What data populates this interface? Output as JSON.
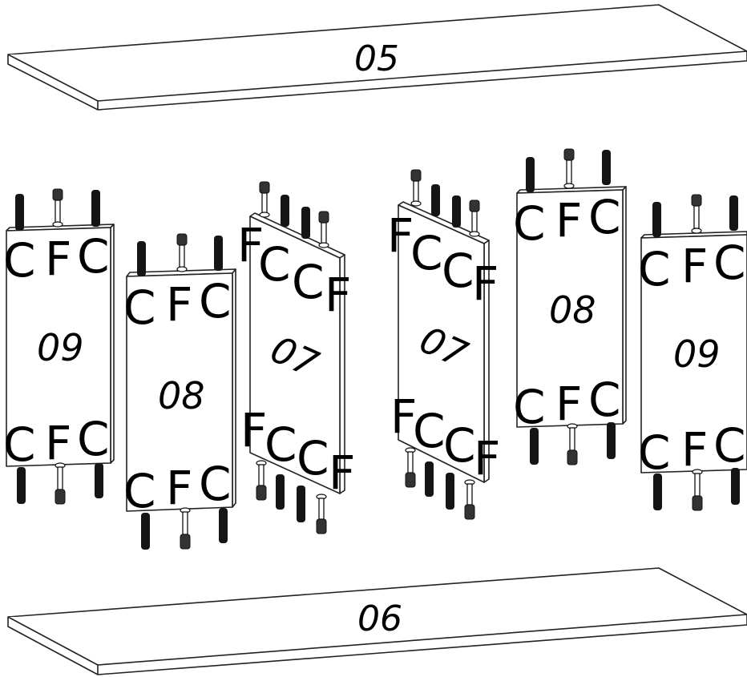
{
  "shelves": {
    "top": "05",
    "bottom": "06"
  },
  "panels": [
    {
      "number": "09",
      "top_labels": [
        "C",
        "F",
        "C"
      ],
      "bottom_labels": [
        "C",
        "F",
        "C"
      ]
    },
    {
      "number": "08",
      "top_labels": [
        "C",
        "F",
        "C"
      ],
      "bottom_labels": [
        "C",
        "F",
        "C"
      ]
    },
    {
      "number": "07",
      "top_labels": [
        "F",
        "C",
        "C",
        "F"
      ],
      "bottom_labels": [
        "F",
        "C",
        "C",
        "F"
      ]
    },
    {
      "number": "07",
      "top_labels": [
        "F",
        "C",
        "C",
        "F"
      ],
      "bottom_labels": [
        "F",
        "C",
        "C",
        "F"
      ]
    },
    {
      "number": "08",
      "top_labels": [
        "C",
        "F",
        "C"
      ],
      "bottom_labels": [
        "C",
        "F",
        "C"
      ]
    },
    {
      "number": "09",
      "top_labels": [
        "C",
        "F",
        "C"
      ],
      "bottom_labels": [
        "C",
        "F",
        "C"
      ]
    }
  ],
  "legend": {
    "C": "dowel-icon",
    "F": "cam-bolt-icon"
  }
}
